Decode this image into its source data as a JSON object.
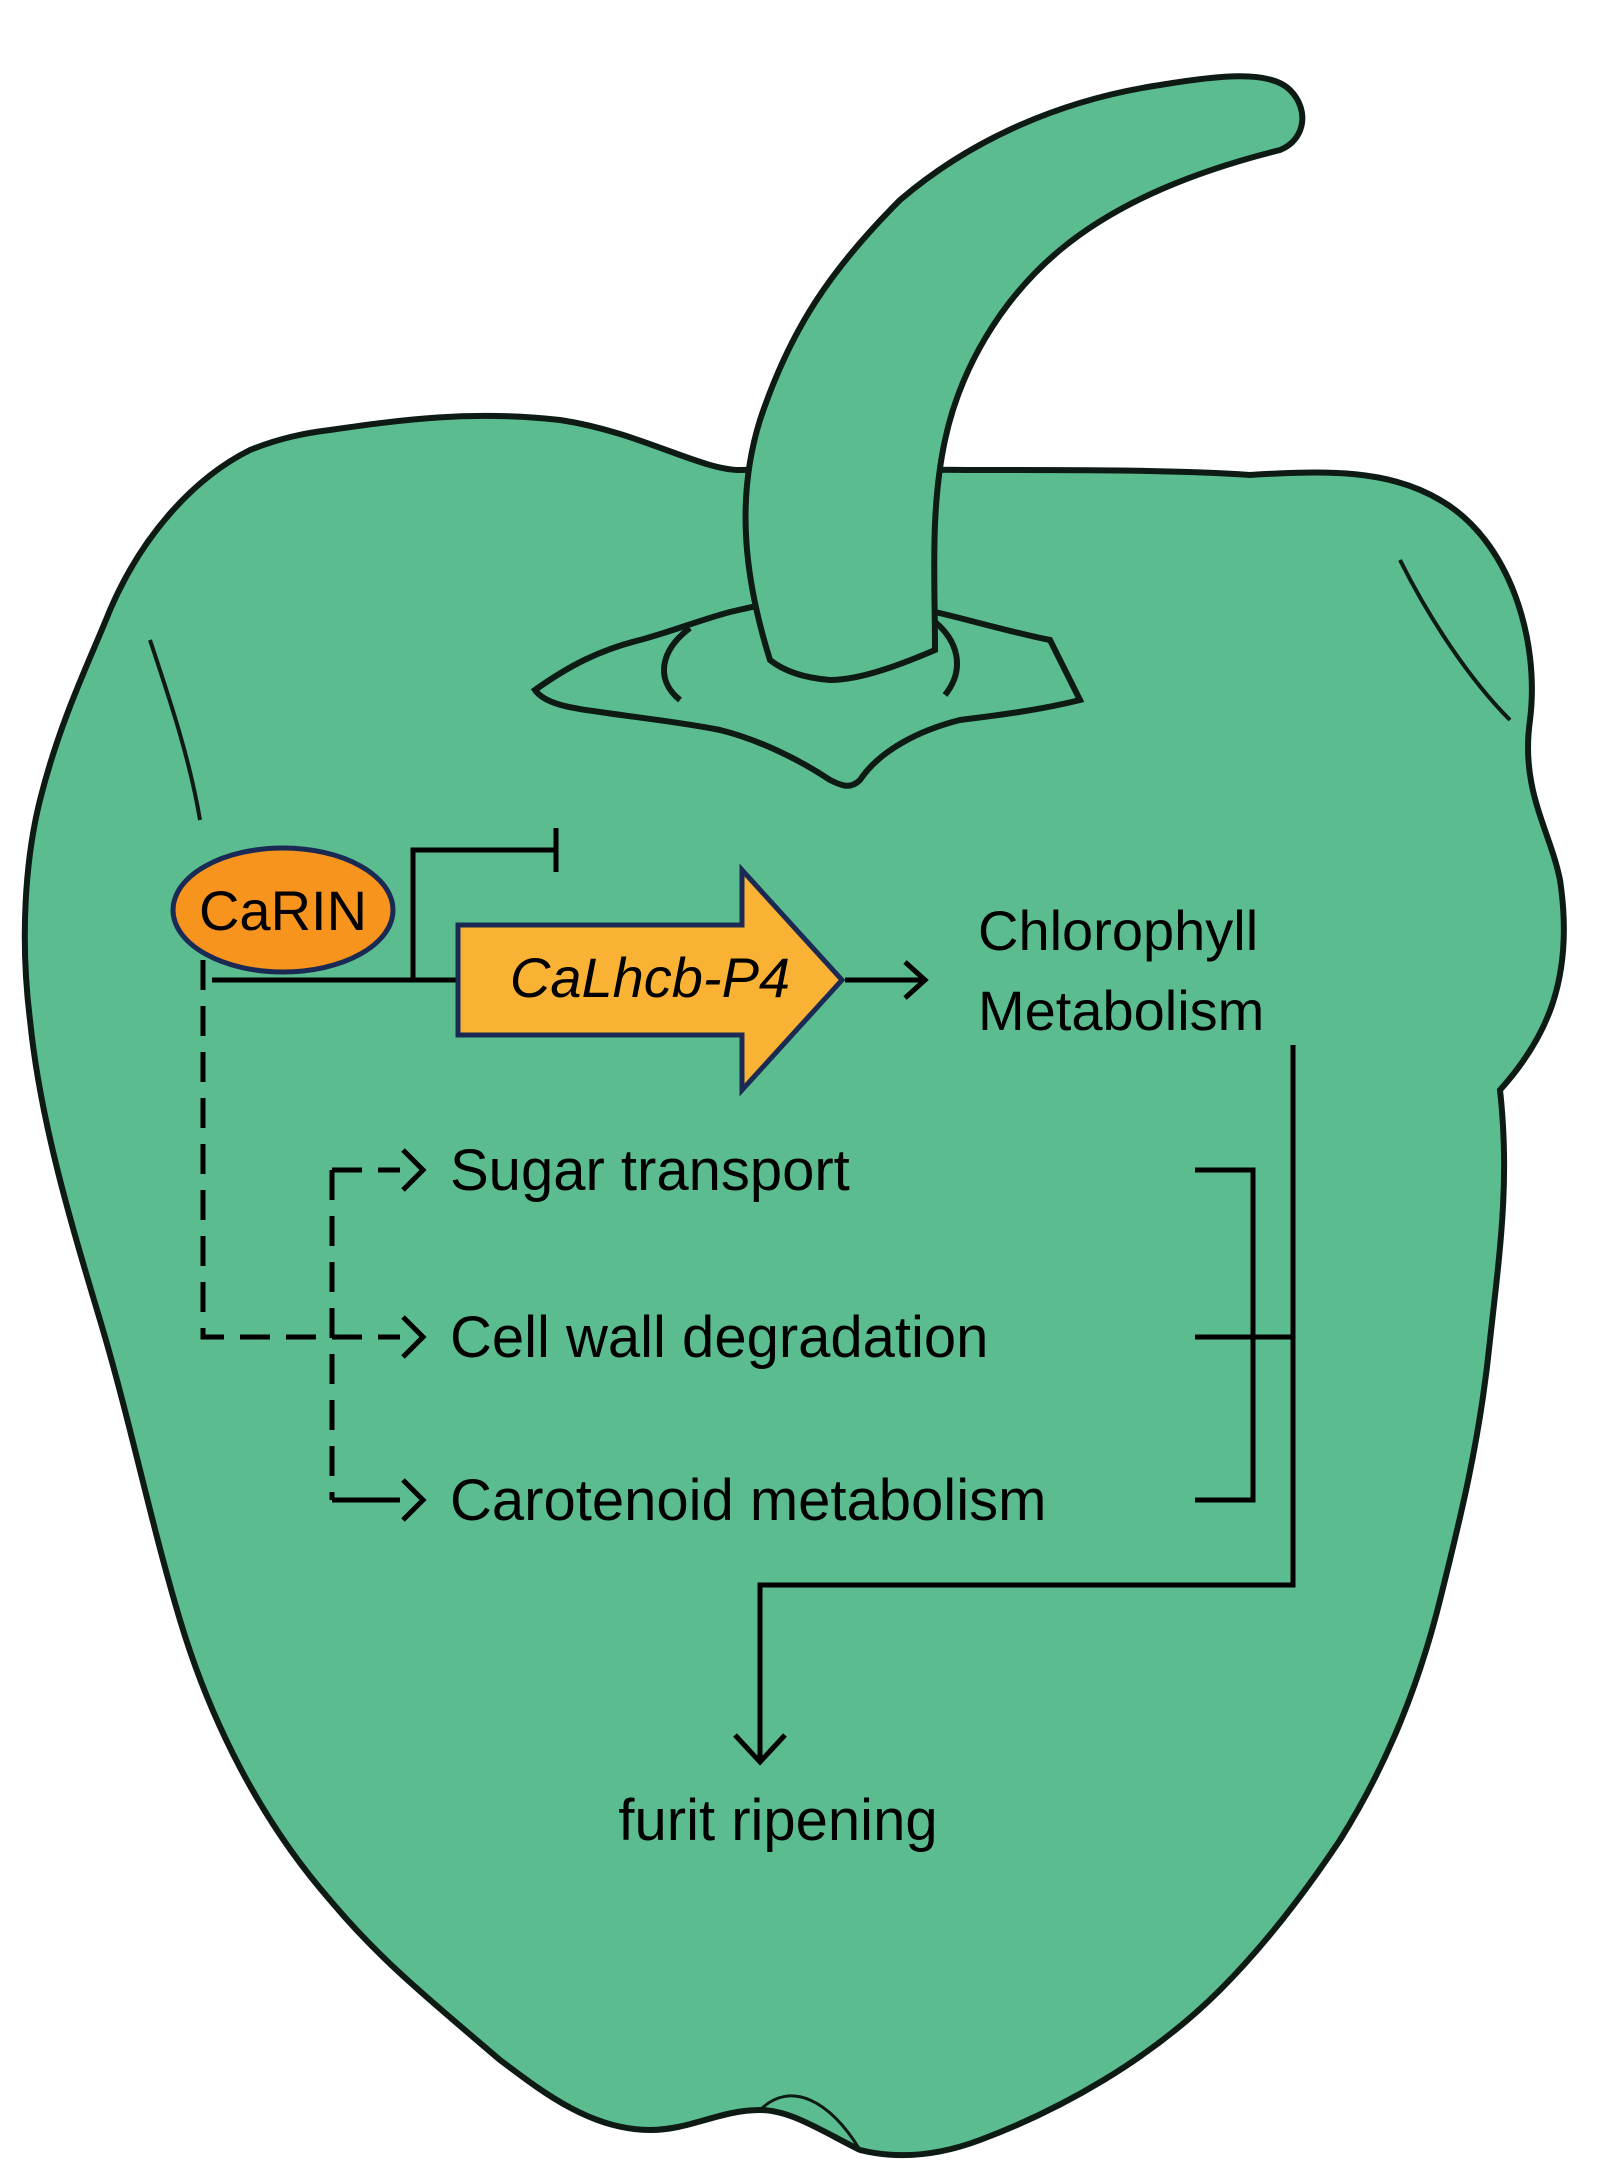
{
  "colors": {
    "pepper_fill": "#5bbd8f",
    "pepper_outline": "#0e1a14",
    "node_fill": "#f7941d",
    "arrow_fill": "#f9b233",
    "node_outline": "#1b2a55",
    "line": "#000000"
  },
  "nodes": {
    "transcription_factor": "CaRIN",
    "target_gene": "CaLhcb-P4",
    "chlorophyll_line1": "Chlorophyll",
    "chlorophyll_line2": "Metabolism",
    "sugar_transport": "Sugar transport",
    "cell_wall": "Cell wall degradation",
    "carotenoid": "Carotenoid metabolism",
    "outcome": "furit ripening"
  },
  "edges": [
    {
      "from": "CaRIN",
      "to": "CaLhcb-P4",
      "style": "solid",
      "type": "activation"
    },
    {
      "from": "CaRIN",
      "to": "CaLhcb-P4",
      "style": "solid",
      "type": "repression"
    },
    {
      "from": "CaLhcb-P4",
      "to": "Chlorophyll Metabolism",
      "style": "solid",
      "type": "activation"
    },
    {
      "from": "CaRIN",
      "to": "Sugar transport",
      "style": "dashed",
      "type": "activation"
    },
    {
      "from": "CaRIN",
      "to": "Cell wall degradation",
      "style": "dashed",
      "type": "activation"
    },
    {
      "from": "CaRIN",
      "to": "Carotenoid metabolism",
      "style": "dashed",
      "type": "activation"
    },
    {
      "from": "Chlorophyll Metabolism",
      "to": "furit ripening",
      "style": "solid",
      "type": "activation"
    },
    {
      "from": "Sugar transport",
      "to": "furit ripening",
      "style": "solid",
      "type": "activation"
    },
    {
      "from": "Cell wall degradation",
      "to": "furit ripening",
      "style": "solid",
      "type": "activation"
    },
    {
      "from": "Carotenoid metabolism",
      "to": "furit ripening",
      "style": "solid",
      "type": "activation"
    }
  ]
}
